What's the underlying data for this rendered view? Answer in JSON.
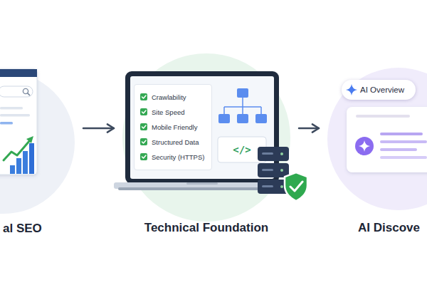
{
  "diagram": {
    "nodes": [
      {
        "text": [
          "al SEO"
        ]
      },
      {
        "text": [
          "Technical Foundation"
        ]
      },
      {
        "text": [
          "Crawlability",
          "Site Speed",
          "Mobile Friendly",
          "Structured Data",
          "Security (HTTPS)"
        ],
        "in": 1
      },
      {
        "text": [
          "AI Discove"
        ]
      },
      {
        "text": [
          "AI Overview"
        ],
        "in": 3
      }
    ],
    "edges": [
      {
        "from": 0,
        "to": 1,
        "arrow": "to"
      },
      {
        "from": 1,
        "to": 3,
        "arrow": "to"
      }
    ],
    "labels": [
      "</>"
    ]
  }
}
